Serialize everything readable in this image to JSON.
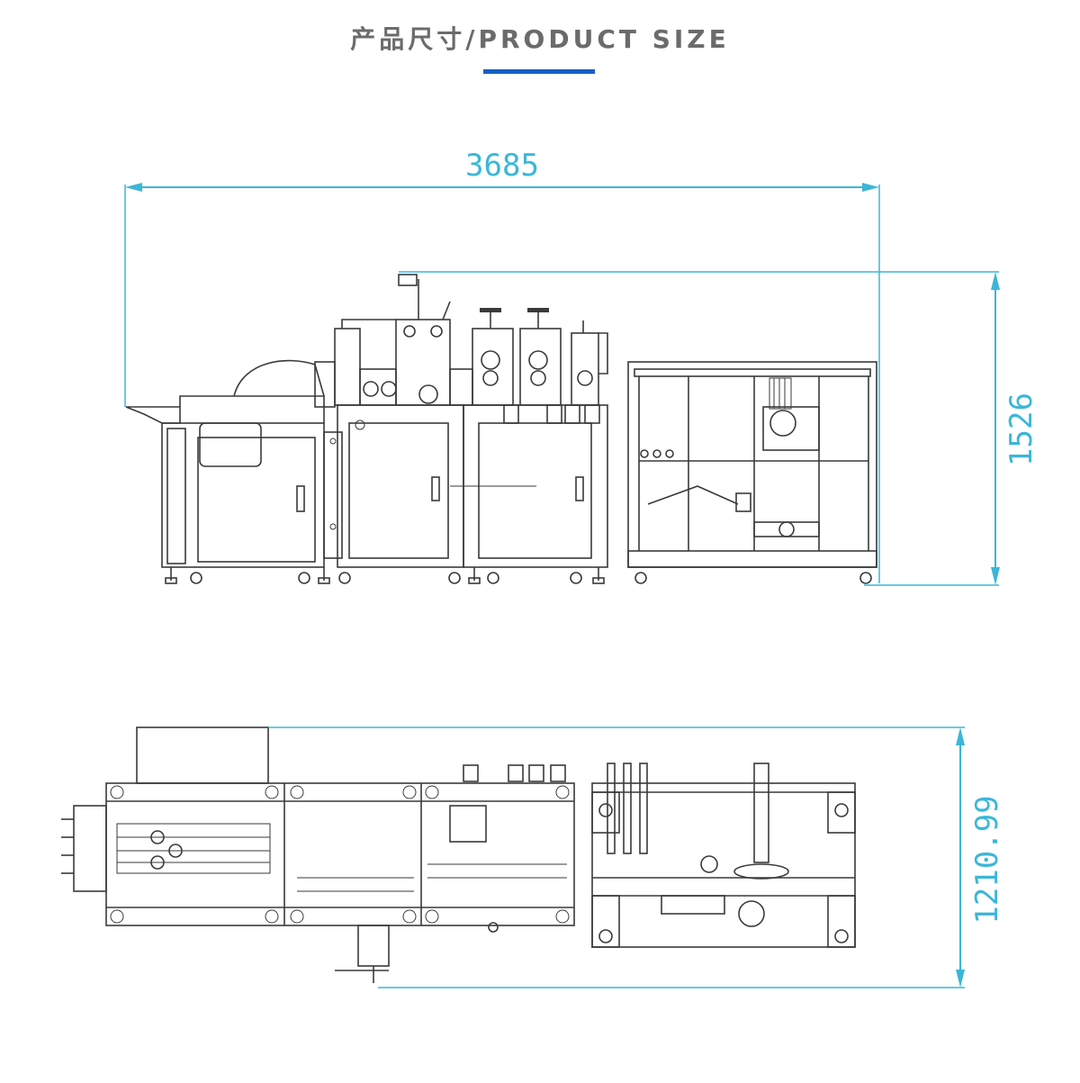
{
  "header": {
    "title": "产品尺寸/PRODUCT SIZE",
    "accent_color": "#1560c4"
  },
  "dimensions": {
    "width_label": "3685",
    "height_label": "1526",
    "depth_label": "1210.99",
    "color": "#3bb6d8"
  },
  "views": {
    "front": {
      "name": "front-elevation-drawing"
    },
    "top": {
      "name": "top-plan-drawing"
    }
  }
}
